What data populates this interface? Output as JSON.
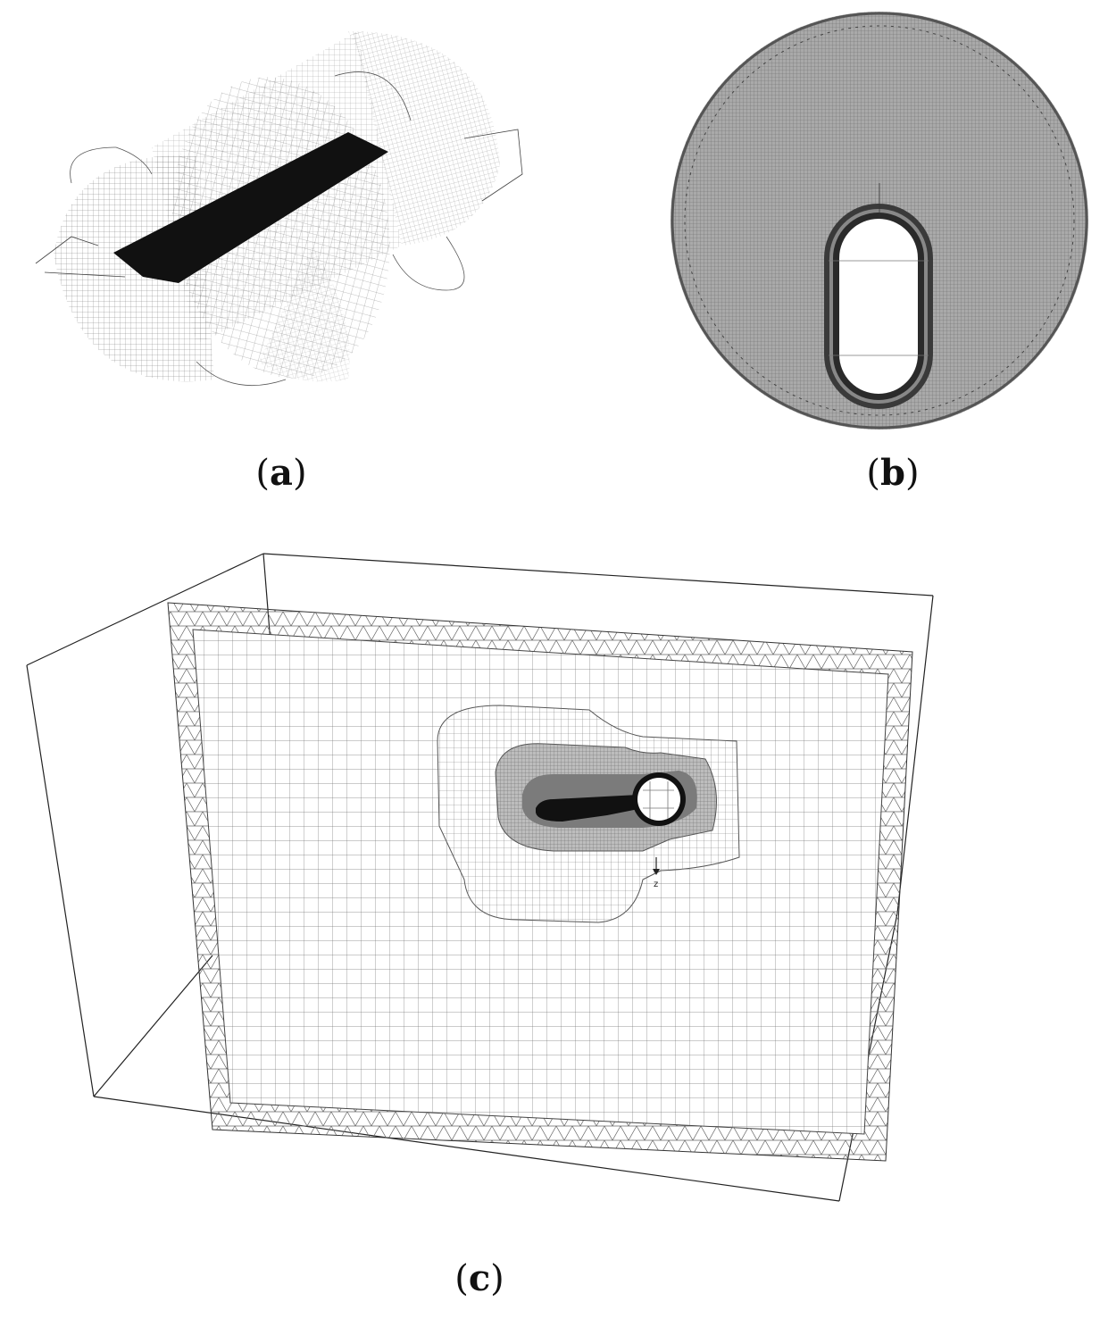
{
  "panels": [
    {
      "id": "a",
      "caption_open": "(",
      "caption_letter": "a",
      "caption_close": ")"
    },
    {
      "id": "b",
      "caption_open": "(",
      "caption_letter": "b",
      "caption_close": ")"
    },
    {
      "id": "c",
      "caption_open": "(",
      "caption_letter": "c",
      "caption_close": ")",
      "axis_label": "z"
    }
  ],
  "colors": {
    "mesh_line": "#555555",
    "dense_fill": "#8a8a8a",
    "solid_body": "#111111",
    "frame_line": "#222222"
  }
}
